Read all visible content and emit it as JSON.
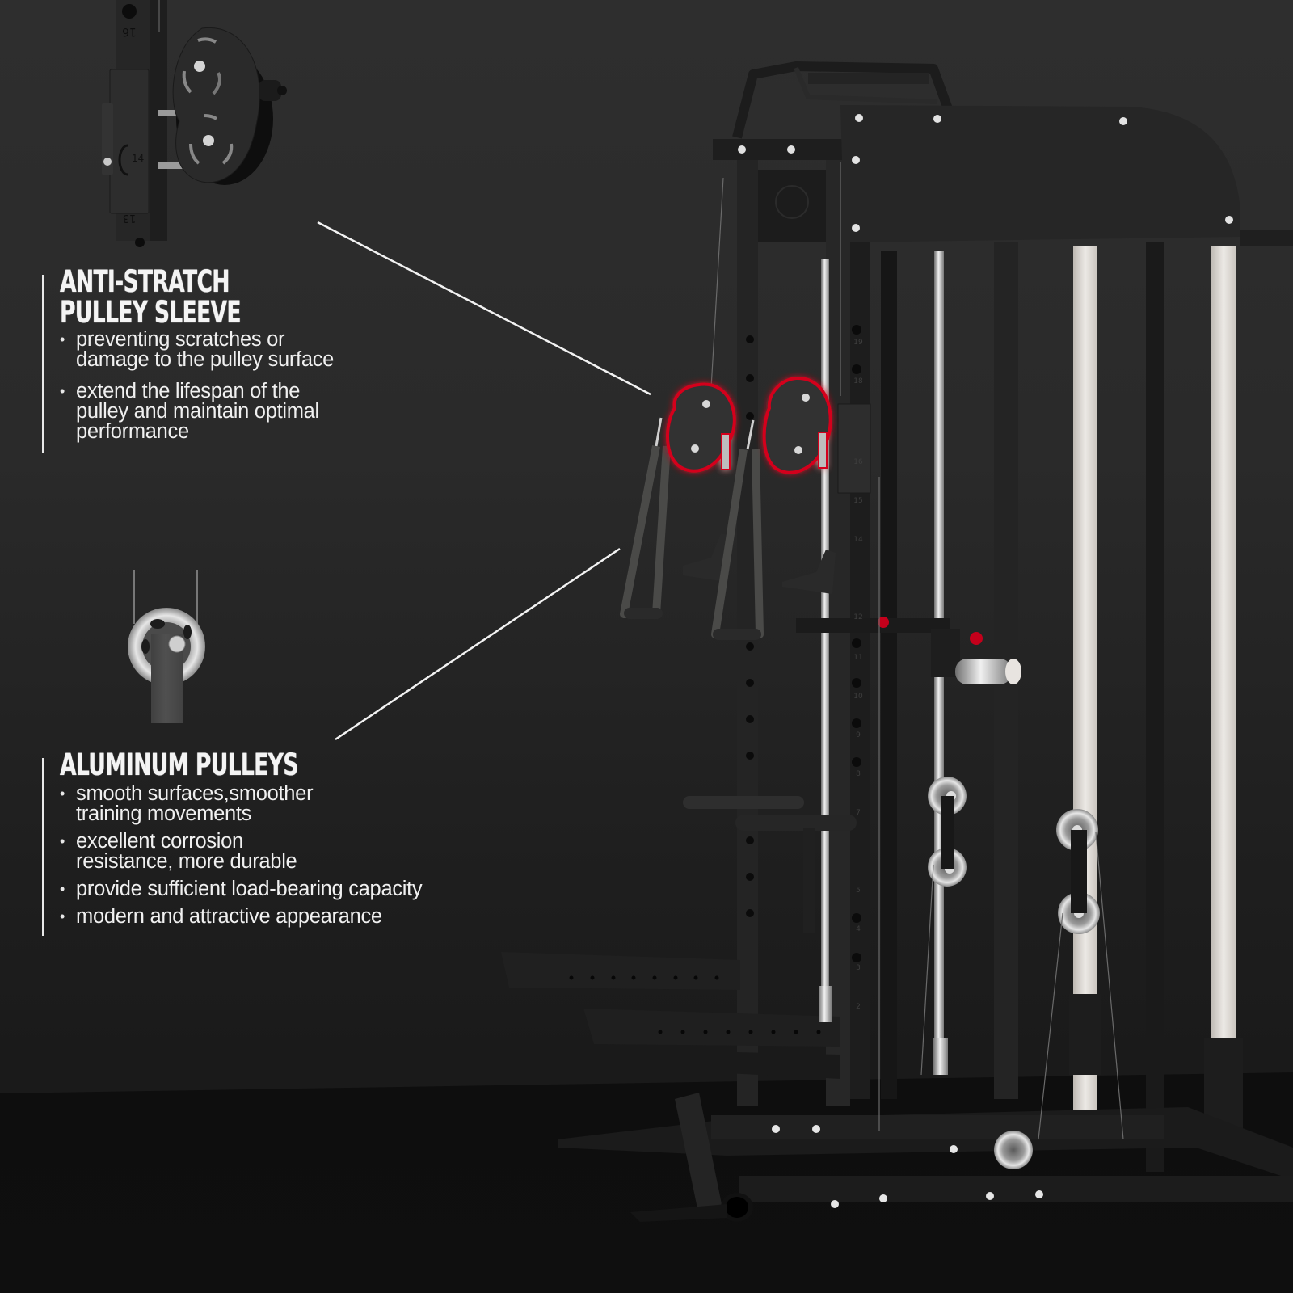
{
  "image": {
    "subject": "all-in-one functional trainer / smith machine power rack",
    "background_color": "#2b2b2b",
    "floor_color": "#0d0d0d",
    "highlight_color": "#d4001a",
    "accent_silver": "#d8d4cf"
  },
  "features": [
    {
      "title_line1": "ANTI-STRATCH",
      "title_line2": "PULLEY SLEEVE",
      "bullets": [
        "preventing scratches or damage to the pulley surface",
        "extend the lifespan of the pulley and maintain optimal performance"
      ],
      "bullet_lines": [
        [
          "preventing scratches or",
          "damage to the pulley surface"
        ],
        [
          "extend the lifespan of the",
          "pulley and maintain optimal",
          "performance"
        ]
      ],
      "inset_image": "black pulley with anti-scratch sleeve mounted on numbered upright (marks 16, 14, 13)",
      "inset_upright_numbers": [
        "16",
        "14",
        "13"
      ]
    },
    {
      "title_line1": "ALUMINUM PULLEYS",
      "bullets": [
        "smooth surfaces,smoother training movements",
        "excellent corrosion resistance, more durable",
        "provide sufficient load-bearing capacity",
        "modern and attractive appearance"
      ],
      "bullet_lines": [
        [
          "smooth surfaces,smoother",
          "training movements"
        ],
        [
          "excellent corrosion",
          "resistance, more durable"
        ],
        [
          "provide sufficient load-bearing capacity"
        ],
        [
          "modern and attractive appearance"
        ]
      ],
      "inset_image": "silver aluminum pulley on black bracket with cables"
    }
  ],
  "machine": {
    "upright_numbers": [
      "19",
      "18",
      "16",
      "15",
      "14",
      "12",
      "11",
      "10",
      "9",
      "8",
      "7",
      "5",
      "4",
      "3",
      "2"
    ]
  }
}
